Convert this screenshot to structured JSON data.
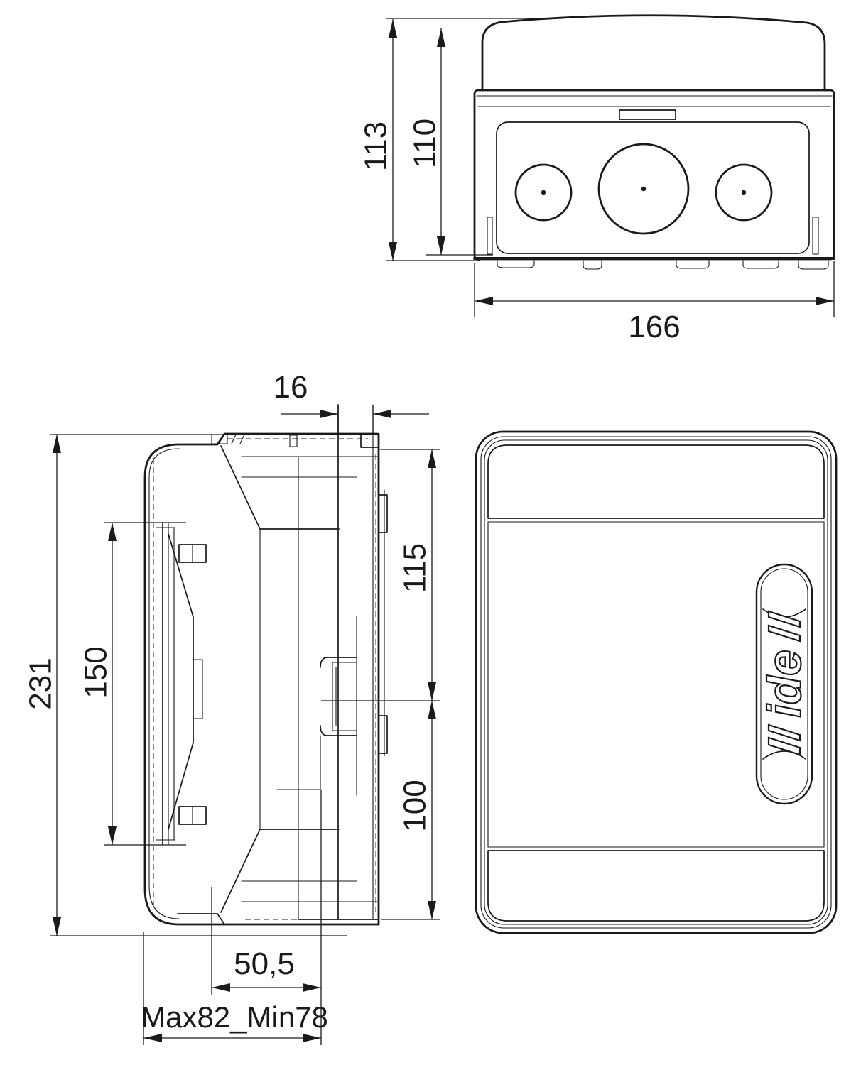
{
  "drawing": {
    "background": "#ffffff",
    "line_color": "#1a1a1a",
    "views": {
      "top_view": {
        "name": "enclosure-top-view",
        "dimensions": {
          "overall_height": "113",
          "body_height": "110",
          "overall_width": "166"
        }
      },
      "side_view": {
        "name": "enclosure-side-view",
        "dimensions": {
          "cover_depth": "16",
          "overall_height": "231",
          "door_opening_height": "150",
          "upper_section_height": "115",
          "lower_section_height": "100",
          "rail_offset": "50,5",
          "mounting_depth_range": "Max82_Min78"
        }
      },
      "front_view": {
        "name": "enclosure-front-view",
        "logo_text": "ide"
      }
    }
  }
}
